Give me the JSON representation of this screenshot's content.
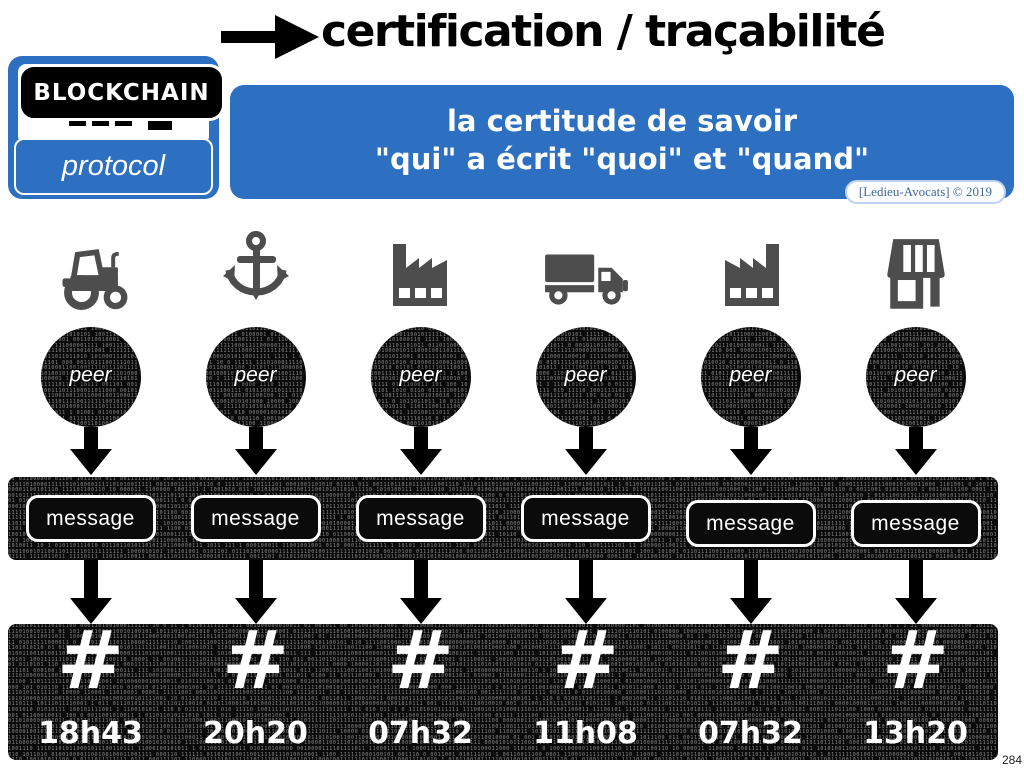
{
  "header": {
    "badge": "BLOCKCHAIN",
    "protocol_label": "protocol",
    "title": "certification / traçabilité",
    "subtitle_line1": "la certitude de savoir",
    "subtitle_line2": "\"qui\" a écrit \"quoi\" et \"quand\"",
    "credit": "[Ledieu-Avocats] © 2019"
  },
  "colors": {
    "accent_blue": "#2d6fc1",
    "icon_gray": "#4d4d4d",
    "bar_background": "#0b0b0b",
    "text_on_dark": "#ffffff"
  },
  "icons": [
    "tractor-icon",
    "anchor-icon",
    "factory-icon",
    "truck-icon",
    "factory-icon",
    "store-icon"
  ],
  "columns": [
    {
      "peer": "peer",
      "message": "message",
      "hash": "#",
      "time": "18h43"
    },
    {
      "peer": "peer",
      "message": "message",
      "hash": "#",
      "time": "20h20"
    },
    {
      "peer": "peer",
      "message": "message",
      "hash": "#",
      "time": "07h32"
    },
    {
      "peer": "peer",
      "message": "message",
      "hash": "#",
      "time": "11h08"
    },
    {
      "peer": "peer",
      "message": "message",
      "hash": "#",
      "time": "07h32"
    },
    {
      "peer": "peer",
      "message": "message",
      "hash": "#",
      "time": "13h20"
    }
  ],
  "page_number": "284"
}
